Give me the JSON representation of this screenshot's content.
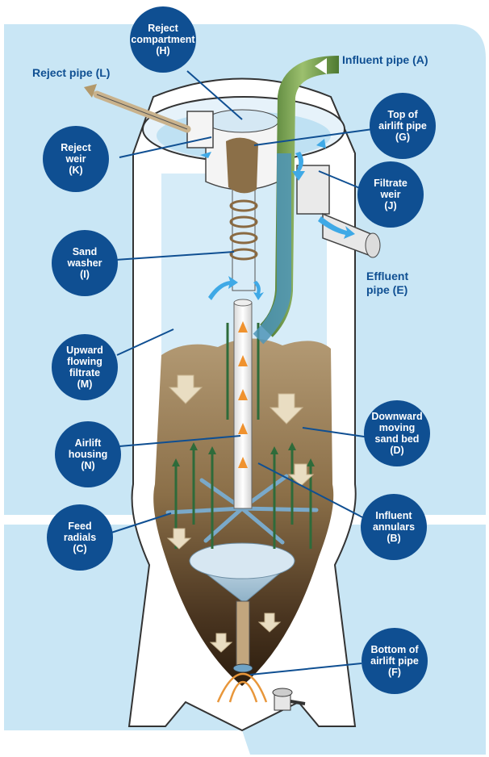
{
  "labels": {
    "reject_compartment": "Reject\ncompartment\n(H)",
    "top_airlift": "Top of\nairlift pipe\n(G)",
    "reject_weir": "Reject\nweir\n(K)",
    "filtrate_weir": "Filtrate\nweir\n(J)",
    "sand_washer": "Sand\nwasher\n(I)",
    "upward_filtrate": "Upward\nflowing\nfiltrate\n(M)",
    "downward_sand": "Downward\nmoving\nsand bed\n(D)",
    "airlift_housing": "Airlift\nhousing\n(N)",
    "feed_radials": "Feed\nradials\n(C)",
    "influent_annulars": "Influent\nannulars\n(B)",
    "bottom_airlift": "Bottom of\nairlift pipe\n(F)",
    "influent_pipe": "Influent pipe (A)",
    "reject_pipe": "Reject pipe (L)",
    "effluent_pipe": "Effluent\npipe (E)"
  },
  "colors": {
    "bubble": "#0f4f92",
    "background_panel": "#c9e6f5",
    "sand": "#9c8058",
    "sand_dark": "#3a2a18",
    "influent_pipe": "#6b8e4a",
    "water": "#9fd3ec",
    "flow_arrow": "#3fa9e6",
    "airlift_flow": "#e8963a"
  },
  "icons": [
    "flow-arrow-icon",
    "sand-settling-arrow-icon",
    "airlift-flow-arrow-icon"
  ]
}
